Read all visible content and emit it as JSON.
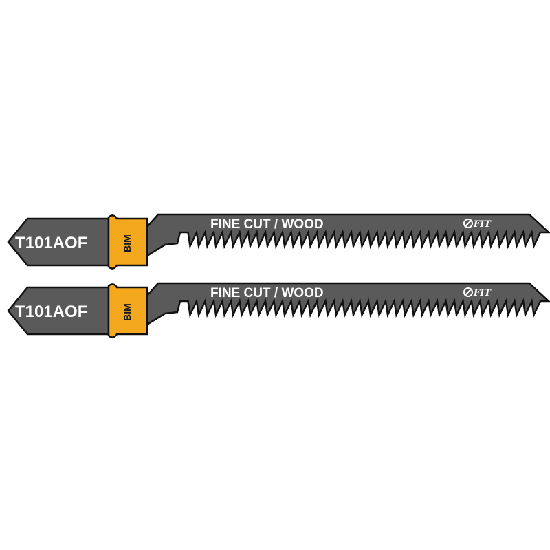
{
  "blades": [
    {
      "code": "T101AOF",
      "material": "BIM",
      "application": "FINE CUT / WOOD",
      "brand": "FIT"
    },
    {
      "code": "T101AOF",
      "material": "BIM",
      "application": "FINE CUT / WOOD",
      "brand": "FIT"
    }
  ],
  "colors": {
    "blade_body": "#5a5a5a",
    "blade_outline": "#111111",
    "collar": "#f4a81d",
    "text": "#ffffff",
    "background": "#ffffff"
  },
  "icons": [
    "brand-logo-icon"
  ]
}
